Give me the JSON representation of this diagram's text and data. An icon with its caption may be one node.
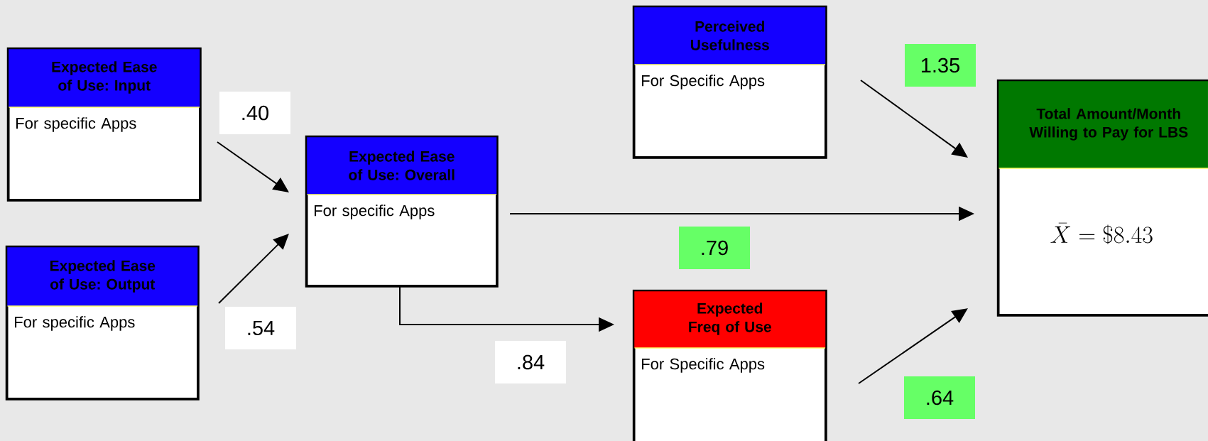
{
  "diagram": {
    "nodes": [
      {
        "text": [
          "Expected Ease of Use: Input",
          "For specific Apps"
        ]
      },
      {
        "text": [
          "Expected Ease of Use: Output",
          "For specific Apps"
        ]
      },
      {
        "text": [
          "Expected Ease of Use: Overall",
          "For specific Apps"
        ]
      },
      {
        "text": [
          "Perceived Usefulness",
          "For Specific Apps"
        ]
      },
      {
        "text": [
          "Expected Freq of Use",
          "For Specific Apps"
        ]
      },
      {
        "text": [
          "Total Amount/Month Willing to Pay for LBS",
          "\\bar{X} = \\$8.43"
        ]
      }
    ],
    "edges": [
      {
        "from": 0,
        "to": 2,
        "arrow": "to",
        "label": ".40"
      },
      {
        "from": 1,
        "to": 2,
        "arrow": "to",
        "label": ".54"
      },
      {
        "from": 3,
        "to": 5,
        "arrow": "to",
        "label": "1.35"
      },
      {
        "from": 2,
        "to": 5,
        "arrow": "to",
        "label": ".79"
      },
      {
        "from": 4,
        "to": 5,
        "arrow": "to",
        "label": ".64"
      },
      {
        "from": 2,
        "to": 4,
        "arrow": "to",
        "label": ".84"
      }
    ]
  }
}
